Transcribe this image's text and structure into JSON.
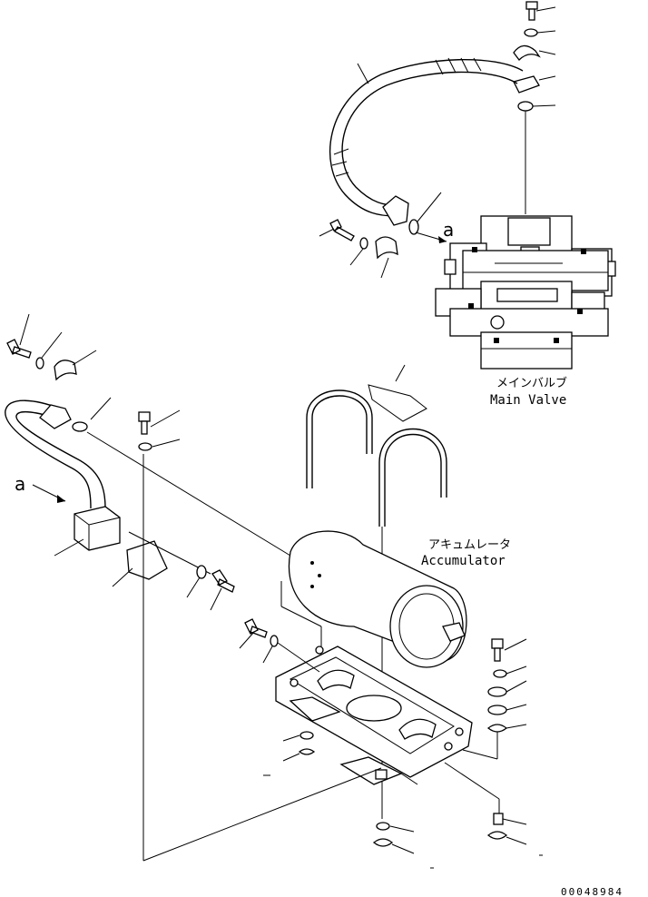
{
  "labels": {
    "main_valve_jp": "メインバルブ",
    "main_valve_en": "Main Valve",
    "accumulator_jp": "アキュムレータ",
    "accumulator_en": "Accumulator",
    "view_marker_1": "a",
    "view_marker_2": "a",
    "drawing_number": "00048984"
  },
  "colors": {
    "line": "#000000",
    "background": "#ffffff"
  }
}
